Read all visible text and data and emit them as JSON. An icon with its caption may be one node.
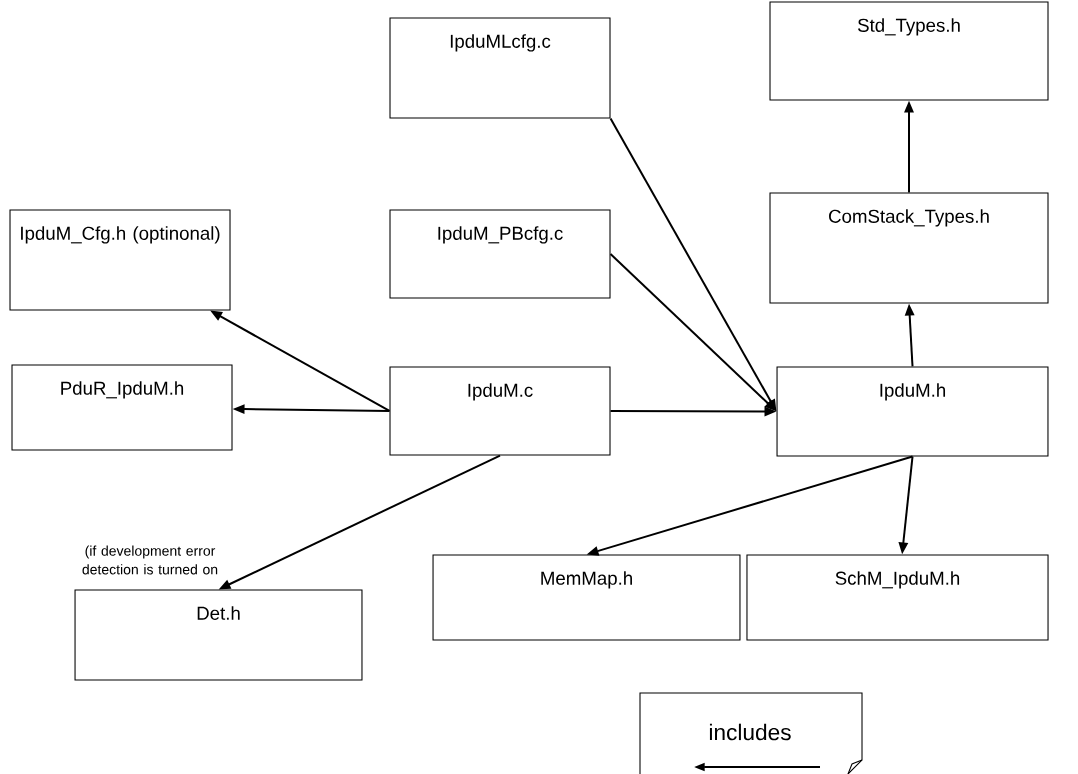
{
  "diagram": {
    "nodes": [
      {
        "text": [
          "Std_Types.h"
        ]
      },
      {
        "text": [
          "IpduMLcfg.c"
        ]
      },
      {
        "text": [
          "IpduM_Cfg.h (optinonal)"
        ]
      },
      {
        "text": [
          "IpduM_PBcfg.c"
        ]
      },
      {
        "text": [
          "ComStack_Types.h"
        ]
      },
      {
        "text": [
          "PduR_IpduM.h"
        ]
      },
      {
        "text": [
          "IpduM.c"
        ]
      },
      {
        "text": [
          "IpduM.h"
        ]
      },
      {
        "text": [
          "MemMap.h"
        ]
      },
      {
        "text": [
          "SchM_IpduM.h"
        ]
      },
      {
        "text": [
          "Det.h"
        ]
      }
    ],
    "edges": [
      {
        "from": 1,
        "to": 7,
        "arrow": "to"
      },
      {
        "from": 3,
        "to": 7,
        "arrow": "to"
      },
      {
        "from": 6,
        "to": 7,
        "arrow": "to"
      },
      {
        "from": 7,
        "to": 4,
        "arrow": "to"
      },
      {
        "from": 4,
        "to": 0,
        "arrow": "to"
      },
      {
        "from": 6,
        "to": 2,
        "arrow": "to"
      },
      {
        "from": 6,
        "to": 5,
        "arrow": "to"
      },
      {
        "from": 6,
        "to": 10,
        "arrow": "to"
      },
      {
        "from": 7,
        "to": 8,
        "arrow": "to"
      },
      {
        "from": 7,
        "to": 9,
        "arrow": "to"
      }
    ],
    "labels": [
      "(if development error detection is turned on"
    ],
    "legend": [
      {
        "text": "includes"
      }
    ]
  }
}
